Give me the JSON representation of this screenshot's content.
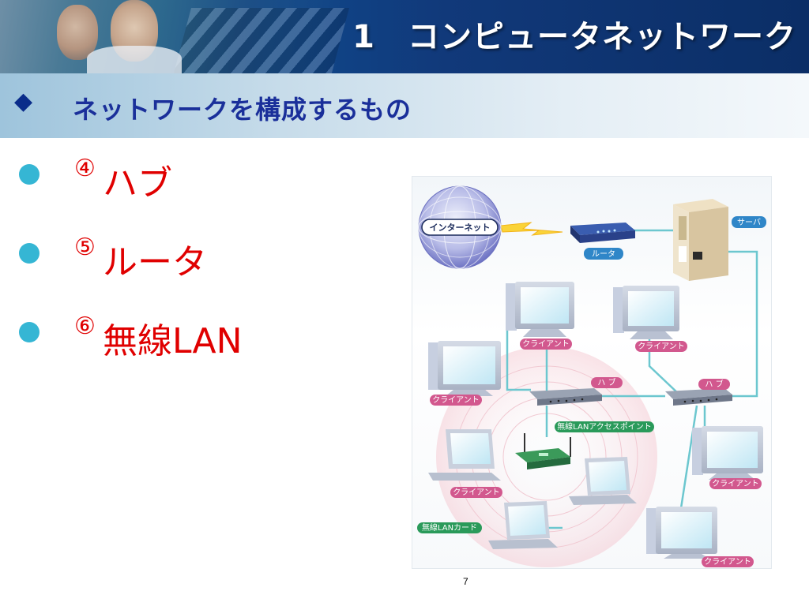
{
  "header": {
    "title": "1　コンピュータネットワーク"
  },
  "subtitle": {
    "marker": "◆",
    "text": "ネットワークを構成するもの"
  },
  "bullets": [
    {
      "num": "④",
      "text": "ハブ"
    },
    {
      "num": "⑤",
      "text": "ルータ"
    },
    {
      "num": "⑥",
      "text": "無線LAN"
    }
  ],
  "diagram": {
    "internet": "インターネット",
    "router": "ルータ",
    "server": "サーバ",
    "hub_left": "ハ ブ",
    "hub_right": "ハ ブ",
    "access_point": "無線LANアクセスポイント",
    "wireless_card": "無線LANカード",
    "client_1": "クライアント",
    "client_2": "クライアント",
    "client_3": "クライアント",
    "client_4": "クライアント",
    "client_5": "クライアント",
    "client_6": "クライアント"
  },
  "colors": {
    "header_bg": "#0f4a8e",
    "subtitle_text": "#1a2f9a",
    "bullet_dot": "#35b6d4",
    "bullet_text": "#e00000",
    "label_pink": "#d2588e",
    "label_blue": "#2f86c8",
    "label_green": "#2a9a5a",
    "cable": "#6cc7cf"
  },
  "page": {
    "number": "7"
  }
}
